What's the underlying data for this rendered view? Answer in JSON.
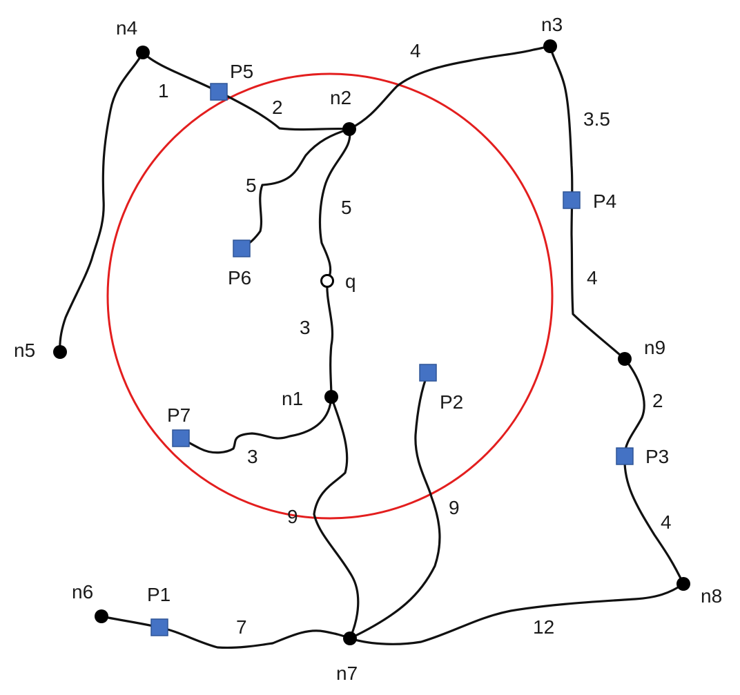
{
  "colors": {
    "road": "#111111",
    "node": "#000000",
    "poi_fill": "#4472C4",
    "poi_stroke": "#2F5597",
    "circle": "#E31E1E",
    "query_fill": "#ffffff"
  },
  "nodes": [
    {
      "id": "n4",
      "label": "n4"
    },
    {
      "id": "n3",
      "label": "n3"
    },
    {
      "id": "n2",
      "label": "n2"
    },
    {
      "id": "n5",
      "label": "n5"
    },
    {
      "id": "n9",
      "label": "n9"
    },
    {
      "id": "n1",
      "label": "n1"
    },
    {
      "id": "n8",
      "label": "n8"
    },
    {
      "id": "n6",
      "label": "n6"
    },
    {
      "id": "n7",
      "label": "n7"
    }
  ],
  "query": {
    "label": "q"
  },
  "pois": [
    {
      "id": "P5",
      "label": "P5"
    },
    {
      "id": "P4",
      "label": "P4"
    },
    {
      "id": "P6",
      "label": "P6"
    },
    {
      "id": "P2",
      "label": "P2"
    },
    {
      "id": "P7",
      "label": "P7"
    },
    {
      "id": "P3",
      "label": "P3"
    },
    {
      "id": "P1",
      "label": "P1"
    }
  ],
  "edge_weights": [
    {
      "edge": "n4-P5",
      "label": "1"
    },
    {
      "edge": "P5-n2",
      "label": "2"
    },
    {
      "edge": "n2-n3",
      "label": "4"
    },
    {
      "edge": "n3-P4",
      "label": "3.5"
    },
    {
      "edge": "n2-P6",
      "label": "5"
    },
    {
      "edge": "n2-q",
      "label": "5"
    },
    {
      "edge": "P4-n9",
      "label": "4"
    },
    {
      "edge": "q-n1",
      "label": "3"
    },
    {
      "edge": "n9-P3",
      "label": "2"
    },
    {
      "edge": "n1-P7",
      "label": "3"
    },
    {
      "edge": "n1-n7",
      "label": "9"
    },
    {
      "edge": "P2-n7",
      "label": "9"
    },
    {
      "edge": "P3-n8",
      "label": "4"
    },
    {
      "edge": "n6-n7",
      "label": "7"
    },
    {
      "edge": "n8-n7",
      "label": "12"
    }
  ]
}
